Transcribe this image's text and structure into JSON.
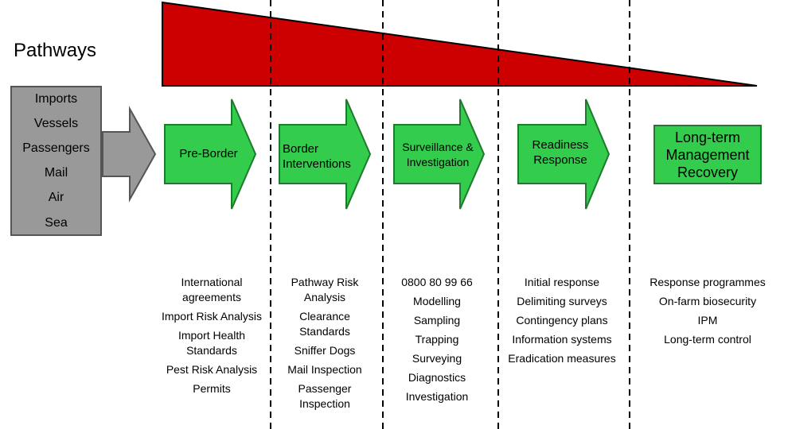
{
  "title": "Pathways",
  "pathways": [
    "Imports",
    "Vessels",
    "Passengers",
    "Mail",
    "Air",
    "Sea"
  ],
  "stages": [
    {
      "label": "Pre-Border",
      "items": [
        "International agreements",
        "Import Risk Analysis",
        "Import Health Standards",
        "Pest Risk Analysis",
        "Permits"
      ]
    },
    {
      "label": "Border Interventions",
      "items": [
        "Pathway Risk Analysis",
        "Clearance Standards",
        "Sniffer Dogs",
        "Mail Inspection",
        "Passenger Inspection"
      ]
    },
    {
      "label": "Surveillance & Investigation",
      "items": [
        "0800 80 99 66",
        "Modelling",
        "Sampling",
        "Trapping",
        "Surveying",
        "Diagnostics",
        "Investigation"
      ]
    },
    {
      "label": "Readiness Response",
      "items": [
        "Initial response",
        "Delimiting surveys",
        "Contingency plans",
        "Information systems",
        "Eradication measures"
      ]
    },
    {
      "label": "Long-term Management Recovery",
      "items": [
        "Response programmes",
        "On-farm biosecurity",
        "IPM",
        "Long-term control"
      ]
    }
  ],
  "colors": {
    "wedge": "#cc0000",
    "arrow": "#33cc4c",
    "pathway_box": "#999999"
  }
}
